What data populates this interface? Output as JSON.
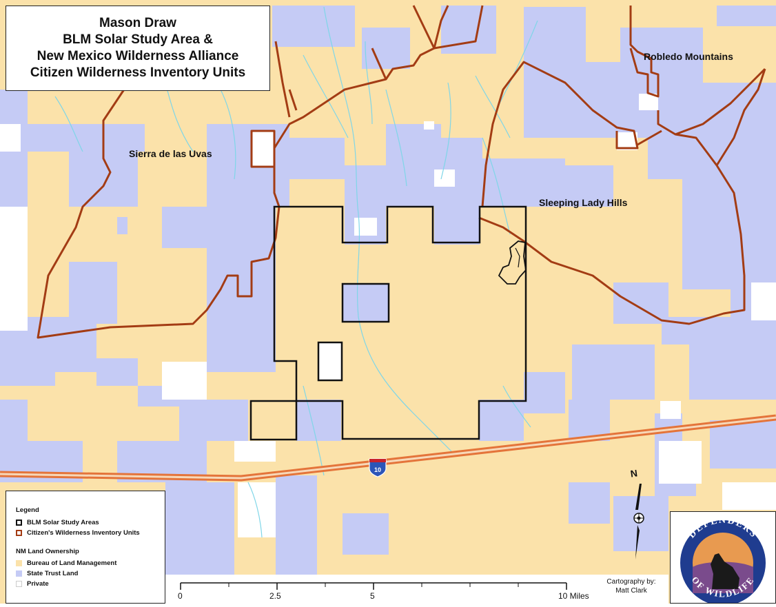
{
  "title": {
    "lines": [
      "Mason Draw",
      "BLM Solar Study Area &",
      "New Mexico Wilderness Alliance",
      "Citizen Wilderness Inventory Units"
    ]
  },
  "places": {
    "robledo": "Robledo Mountains",
    "sierra": "Sierra de las Uvas",
    "sleeping": "Sleeping Lady Hills"
  },
  "highway_shield": "10",
  "north_label": "N",
  "legend": {
    "heading": "Legend",
    "solar": "BLM Solar Study Areas",
    "wilderness": "Citizen's Wilderness Inventory Units",
    "ownership_heading": "NM Land Ownership",
    "blm": "Bureau of Land Management",
    "state": "State Trust Land",
    "private": "Private"
  },
  "scale": {
    "labels": [
      "0",
      "2.5",
      "5",
      "10 Miles"
    ]
  },
  "credit": {
    "line1": "Cartography by:",
    "line2": "Matt Clark"
  },
  "logo": {
    "top": "DEFENDERS",
    "bottom": "OF WILDLIFE"
  },
  "colors": {
    "blm": "#fbe2aa",
    "state": "#c5cbf5",
    "private": "#ffffff",
    "wilderness": "#a33c14",
    "solar": "#111111",
    "water": "#7fd6e8",
    "highway": "#e4743a"
  }
}
